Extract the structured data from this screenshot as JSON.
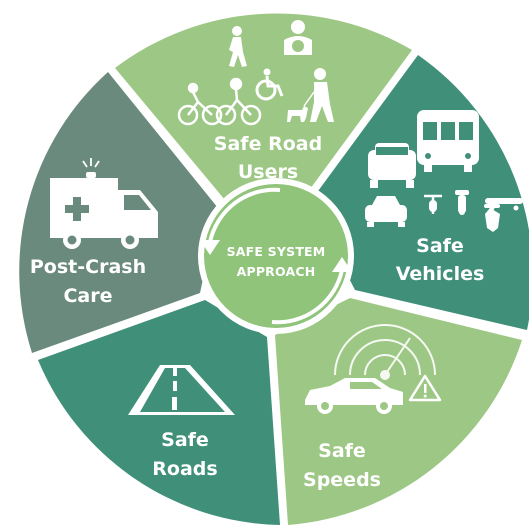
{
  "center": {
    "line1": "SAFE SYSTEM",
    "line2": "APPROACH"
  },
  "segments": [
    {
      "id": "safe-road-users",
      "line1": "Safe Road",
      "line2": "Users",
      "color": "#9dc784"
    },
    {
      "id": "safe-vehicles",
      "line1": "Safe",
      "line2": "Vehicles",
      "color": "#3f8f79"
    },
    {
      "id": "safe-speeds",
      "line1": "Safe",
      "line2": "Speeds",
      "color": "#9dc784"
    },
    {
      "id": "safe-roads",
      "line1": "Safe",
      "line2": "Roads",
      "color": "#3f8f79"
    },
    {
      "id": "post-crash-care",
      "line1": "Post-Crash",
      "line2": "Care",
      "color": "#6b8a7e"
    }
  ],
  "colors": {
    "center_fill": "#8fc47a",
    "center_ring": "#ffffff",
    "arrow": "#ffffff",
    "gap": "#ffffff",
    "icon": "#ffffff"
  },
  "icons": {
    "safe-road-users": [
      "pedestrian-icon",
      "driver-icon",
      "wheelchair-icon",
      "cyclist-icon",
      "family-cyclist-icon",
      "dog-walker-icon"
    ],
    "safe-vehicles": [
      "bus-icon",
      "car-front-icon",
      "car-small-icon",
      "bicycle-icon",
      "scooter-icon",
      "skateboard-icon"
    ],
    "safe-speeds": [
      "radar-icon",
      "car-side-icon",
      "warning-icon"
    ],
    "safe-roads": [
      "road-icon"
    ],
    "post-crash-care": [
      "ambulance-icon"
    ]
  }
}
